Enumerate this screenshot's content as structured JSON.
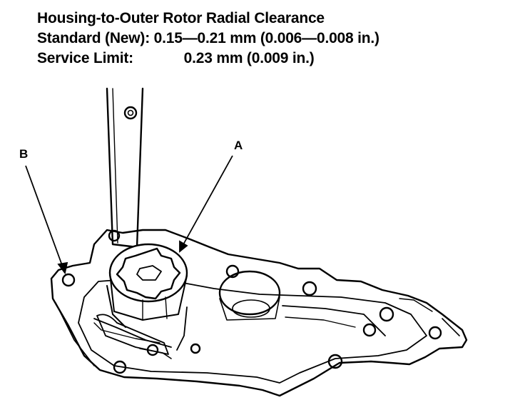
{
  "spec": {
    "title": "Housing-to-Outer Rotor Radial Clearance",
    "standard_label": "Standard (New):",
    "standard_value": "0.15—0.21 mm (0.006—0.008 in.)",
    "limit_label": "Service Limit:",
    "limit_value": "0.23 mm (0.009 in.)"
  },
  "callouts": {
    "a": "A",
    "b": "B"
  }
}
